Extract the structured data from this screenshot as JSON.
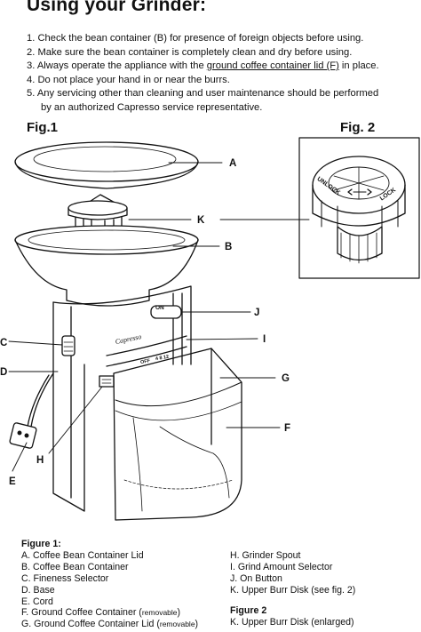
{
  "header": {
    "title": "Using your Grinder:"
  },
  "steps": [
    {
      "num": "1.",
      "text": "Check the bean container (B) for presence of foreign objects before using."
    },
    {
      "num": "2.",
      "text": "Make sure the bean container is completely clean and dry before using."
    },
    {
      "num": "3.",
      "pre": "Always operate the appliance with the ",
      "underlined": "ground coffee container lid (F)",
      "post": " in place."
    },
    {
      "num": "4.",
      "text": "Do not place your hand in or near the burrs."
    },
    {
      "num": "5.",
      "text": "Any servicing other than cleaning and user maintenance should be performed",
      "cont": "by an authorized Capresso service representative."
    }
  ],
  "figures": {
    "fig1_label": "Fig.1",
    "fig2_label": "Fig. 2"
  },
  "fig1_callouts": [
    "A",
    "K",
    "B",
    "J",
    "C",
    "I",
    "D",
    "G",
    "F",
    "H",
    "E"
  ],
  "device_text": {
    "on": "ON",
    "brand": "Capresso",
    "off": "OFF",
    "scale": "4  8  12",
    "unlock": "UNLOCK",
    "lock": "LOCK"
  },
  "legend": {
    "figure1_title": "Figure 1:",
    "left": [
      "A. Coffee Bean Container Lid",
      "B. Coffee Bean Container",
      "C. Fineness Selector",
      "D. Base",
      "E. Cord"
    ],
    "item_f": {
      "main": "F. Ground Coffee Container (",
      "small": "removable",
      "end": ")"
    },
    "item_g": {
      "main": "G. Ground Coffee Container Lid (",
      "small": "removable",
      "end": ")"
    },
    "right": [
      "H. Grinder Spout",
      "I. Grind Amount Selector",
      "J. On Button",
      "K. Upper Burr Disk (see fig. 2)"
    ],
    "figure2_title": "Figure 2",
    "figure2_item": "K. Upper Burr Disk (enlarged)"
  }
}
